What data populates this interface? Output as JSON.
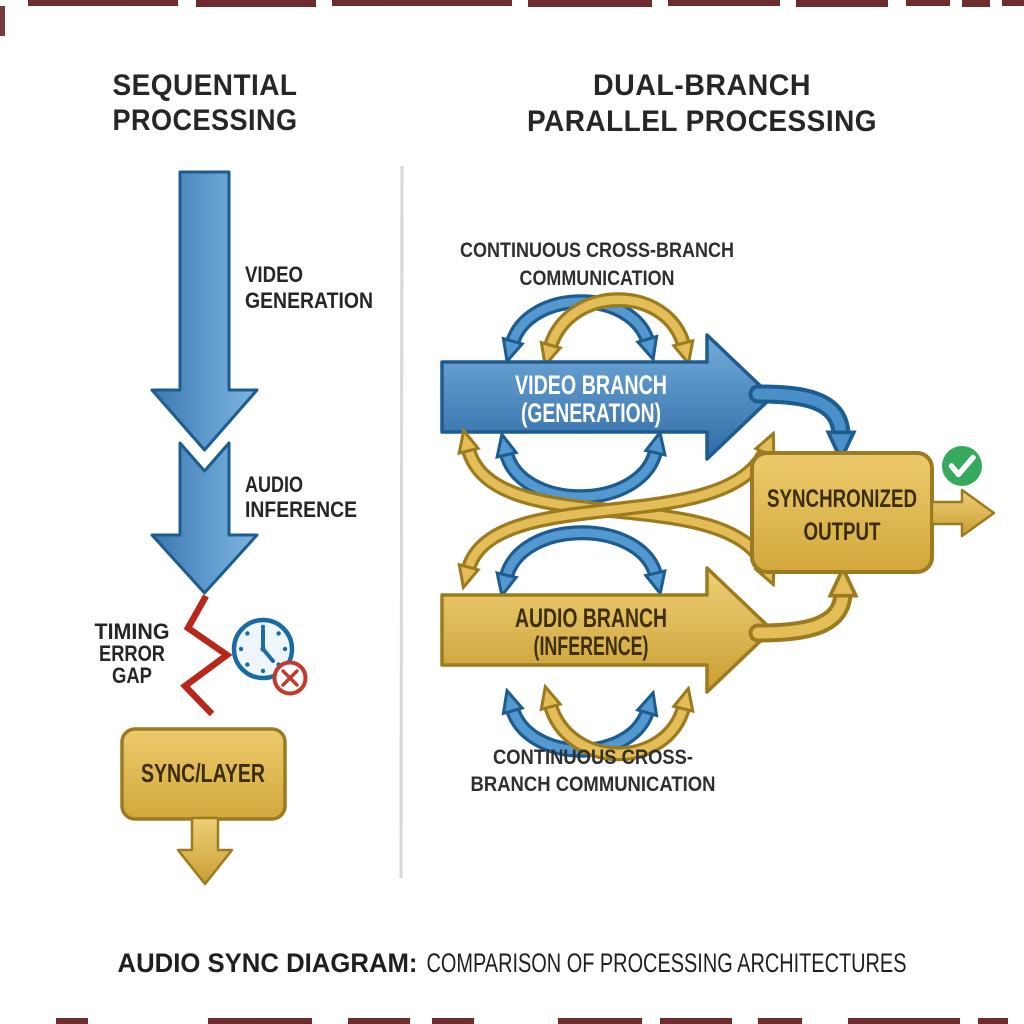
{
  "colors": {
    "blue": "#3c77ad",
    "blue_dark": "#1d5c91",
    "gold": "#dfb54c",
    "gold_dark": "#9c7a1e",
    "red": "#b8271c",
    "green": "#35a95c",
    "ink": "#262626",
    "divider": "#d8d8d8"
  },
  "left_panel": {
    "title_line1": "SEQUENTIAL",
    "title_line2": "PROCESSING",
    "step1_line1": "VIDEO",
    "step1_line2": "GENERATION",
    "step2_line1": "AUDIO",
    "step2_line2": "INFERENCE",
    "gap_line1": "TIMING",
    "gap_line2": "ERROR",
    "gap_line3": "GAP",
    "sync_box_label": "SYNC/LAYER",
    "icons": {
      "clock": "clock-icon",
      "error": "crossed-circle-icon"
    }
  },
  "right_panel": {
    "title_line1": "DUAL-BRANCH",
    "title_line2": "PARALLEL PROCESSING",
    "comm_top_line1": "CONTINUOUS CROSS-BRANCH",
    "comm_top_line2": "COMMUNICATION",
    "video_branch_line1": "VIDEO BRANCH",
    "video_branch_line2": "(GENERATION)",
    "audio_branch_line1": "AUDIO BRANCH",
    "audio_branch_line2": "(INFERENCE)",
    "output_box_line1": "SYNCHRONIZED",
    "output_box_line2": "OUTPUT",
    "comm_bottom_line1": "CONTINUOUS CROSS-",
    "comm_bottom_line2": "BRANCH COMMUNICATION",
    "icons": {
      "success": "check-circle-icon"
    }
  },
  "caption": {
    "bold": "AUDIO SYNC DIAGRAM:",
    "rest": "COMPARISON OF PROCESSING ARCHITECTURES"
  }
}
